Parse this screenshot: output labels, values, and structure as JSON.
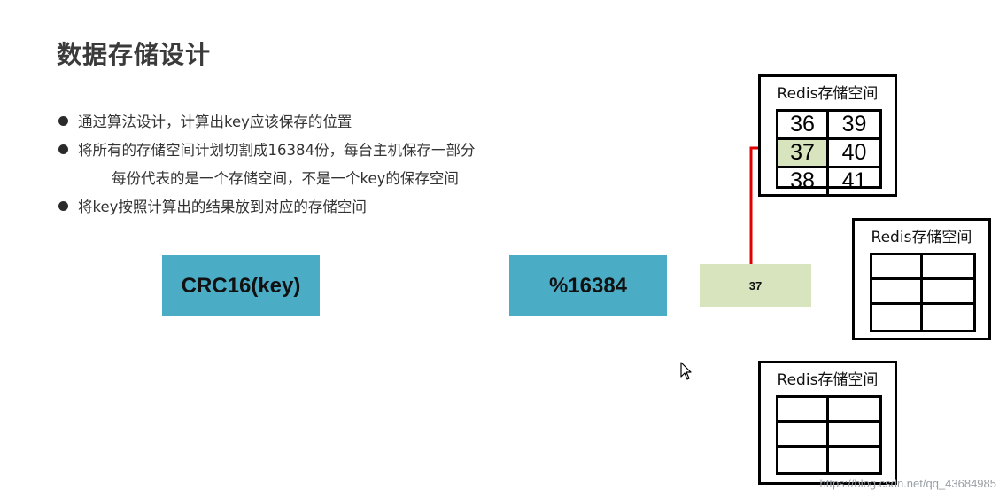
{
  "slide": {
    "title": "数据存储设计",
    "bullets": [
      {
        "text": "通过算法设计，计算出key应该保存的位置",
        "sub": false
      },
      {
        "text": "将所有的存储空间计划切割成16384份，每台主机保存一部分",
        "sub": false
      },
      {
        "text": "每份代表的是一个存储空间，不是一个key的保存空间",
        "sub": true
      },
      {
        "text": "将key按照计算出的结果放到对应的存储空间",
        "sub": false
      }
    ]
  },
  "flow": {
    "crc_label": "CRC16(key)",
    "mod_label": "%16384",
    "result_label": "37",
    "colors": {
      "function_box": "#4bacc6",
      "result_box": "#d7e4bd",
      "arrow": "#e00000"
    }
  },
  "redis_nodes": [
    {
      "title": "Redis存储空间",
      "cells": [
        [
          "36",
          "39"
        ],
        [
          "37",
          "40"
        ],
        [
          "38",
          "41"
        ]
      ],
      "highlight": "37"
    },
    {
      "title": "Redis存储空间",
      "cells": [
        [
          "",
          ""
        ],
        [
          "",
          ""
        ],
        [
          "",
          ""
        ]
      ]
    },
    {
      "title": "Redis存储空间",
      "cells": [
        [
          "",
          ""
        ],
        [
          "",
          ""
        ],
        [
          "",
          ""
        ]
      ]
    }
  ],
  "watermark": "https://blog.csdn.net/qq_43684985"
}
